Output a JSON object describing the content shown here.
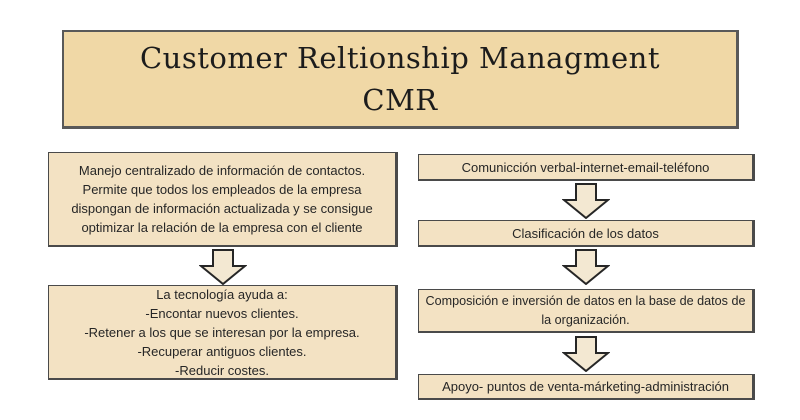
{
  "title": {
    "line1": "Customer Reltionship Managment",
    "line2": "CMR"
  },
  "left_column": {
    "box1_text": "Manejo centralizado de información de contactos.\nPermite que todos los empleados de la empresa\ndispongan de información actualizada y se consigue\noptimizar la relación de la empresa con el cliente",
    "box2_text": "La tecnología ayuda a:\n-Encontar nuevos clientes.\n-Retener a los que se interesan por la empresa.\n-Recuperar antiguos clientes.\n-Reducir costes."
  },
  "right_column": {
    "box1_text": "Comunicción verbal-internet-email-teléfono",
    "box2_text": "Clasificación de los datos",
    "box3_text": "Composición e inversión de datos en la base de datos de\nla organización.",
    "box4_text": "Apoyo- puntos de venta-márketing-administración"
  },
  "icons": {
    "down_arrow": "block-down-arrow"
  },
  "palette": {
    "title_fill": "#f0d8a6",
    "box_fill": "#f3e2c3",
    "arrow_fill": "#f3e8d2",
    "outline": "#4a4a4a",
    "title_outline": "#595959",
    "text": "#262626",
    "background": "#ffffff"
  }
}
